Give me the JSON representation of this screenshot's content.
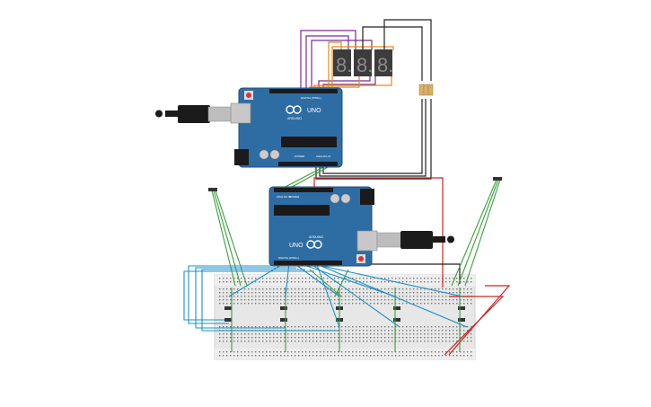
{
  "board_top": {
    "brand": "UNO",
    "arduino": "ARDUINO",
    "digital_label": "DIGITAL (PWM~)",
    "power_label": "POWER",
    "analog_label": "ANALOG IN"
  },
  "board_bottom": {
    "brand": "UNO",
    "arduino": "ARDUINO",
    "digital_label": "DIGITAL (PWM~)",
    "power_label": "POWER",
    "analog_label": "ANALOG IN"
  },
  "display": {
    "digits": [
      "8.",
      "8.",
      "8."
    ]
  },
  "colors": {
    "board": "#2e6da4",
    "breadboard": "#e6e6e6",
    "wire_green": "#3aa03a",
    "wire_blue": "#1e90c8",
    "wire_red": "#d02020",
    "wire_black": "#222222",
    "wire_purple": "#7a2a9a",
    "wire_orange": "#e08a1a",
    "resistor": "#d8b06a"
  }
}
